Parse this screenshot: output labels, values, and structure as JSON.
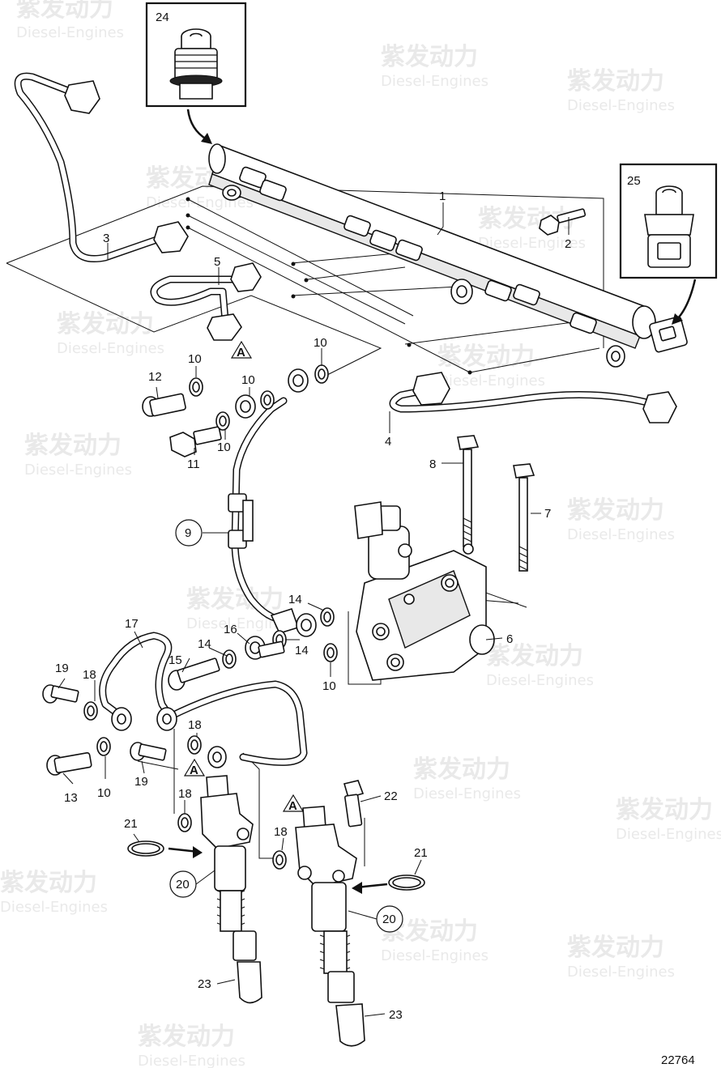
{
  "figure_number": "22764",
  "watermark": {
    "cn": "紫发动力",
    "en": "Diesel-Engines"
  },
  "callouts": [
    {
      "id": "c1",
      "text": "1"
    },
    {
      "id": "c2",
      "text": "2"
    },
    {
      "id": "c3",
      "text": "3"
    },
    {
      "id": "c4",
      "text": "4"
    },
    {
      "id": "c5",
      "text": "5"
    },
    {
      "id": "c6",
      "text": "6"
    },
    {
      "id": "c7",
      "text": "7"
    },
    {
      "id": "c8",
      "text": "8"
    },
    {
      "id": "c9",
      "text": "9"
    },
    {
      "id": "c10a",
      "text": "10"
    },
    {
      "id": "c10b",
      "text": "10"
    },
    {
      "id": "c10c",
      "text": "10"
    },
    {
      "id": "c10d",
      "text": "10"
    },
    {
      "id": "c10e",
      "text": "10"
    },
    {
      "id": "c10f",
      "text": "10"
    },
    {
      "id": "c11",
      "text": "11"
    },
    {
      "id": "c12",
      "text": "12"
    },
    {
      "id": "c13",
      "text": "13"
    },
    {
      "id": "c14a",
      "text": "14"
    },
    {
      "id": "c14b",
      "text": "14"
    },
    {
      "id": "c14c",
      "text": "14"
    },
    {
      "id": "c15",
      "text": "15"
    },
    {
      "id": "c16",
      "text": "16"
    },
    {
      "id": "c17",
      "text": "17"
    },
    {
      "id": "c18a",
      "text": "18"
    },
    {
      "id": "c18b",
      "text": "18"
    },
    {
      "id": "c18c",
      "text": "18"
    },
    {
      "id": "c18d",
      "text": "18"
    },
    {
      "id": "c19a",
      "text": "19"
    },
    {
      "id": "c19b",
      "text": "19"
    },
    {
      "id": "c20a",
      "text": "20"
    },
    {
      "id": "c20b",
      "text": "20"
    },
    {
      "id": "c21a",
      "text": "21"
    },
    {
      "id": "c21b",
      "text": "21"
    },
    {
      "id": "c22",
      "text": "22"
    },
    {
      "id": "c23a",
      "text": "23"
    },
    {
      "id": "c23b",
      "text": "23"
    },
    {
      "id": "c24",
      "text": "24"
    },
    {
      "id": "c25",
      "text": "25"
    }
  ],
  "reference_marks": [
    {
      "id": "ra1",
      "text": "A"
    },
    {
      "id": "ra2",
      "text": "A"
    },
    {
      "id": "ra3",
      "text": "A"
    }
  ]
}
